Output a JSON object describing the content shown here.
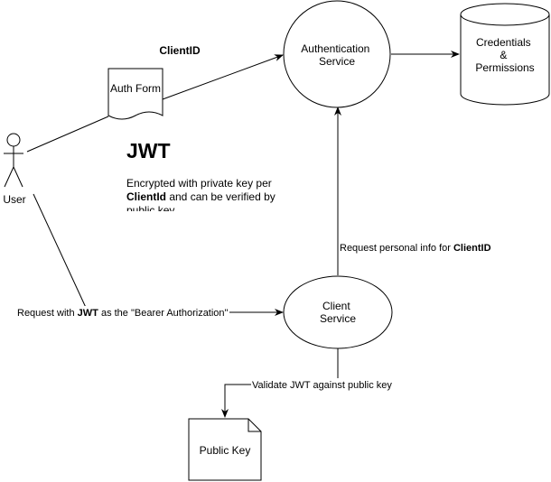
{
  "nodes": {
    "user": "User",
    "auth_form": "Auth Form",
    "auth_service": [
      "Authentication",
      "Service"
    ],
    "credentials": [
      "Credentials",
      "&",
      "Permissions"
    ],
    "client_service": [
      "Client",
      "Service"
    ],
    "public_key": "Public Key"
  },
  "labels": {
    "client_id_top": "ClientID",
    "jwt_title": "JWT",
    "jwt_desc": {
      "part1": "Encrypted with private key per ",
      "bold": "ClientId",
      "part2": " and can be verified by public key"
    },
    "request_personal": {
      "text": "Request personal info for ",
      "bold": "ClientID"
    },
    "request_bearer": {
      "pre": "Request with ",
      "bold": "JWT",
      "post": " as the \"Bearer Authorization\""
    },
    "validate": "Validate JWT against public key"
  }
}
